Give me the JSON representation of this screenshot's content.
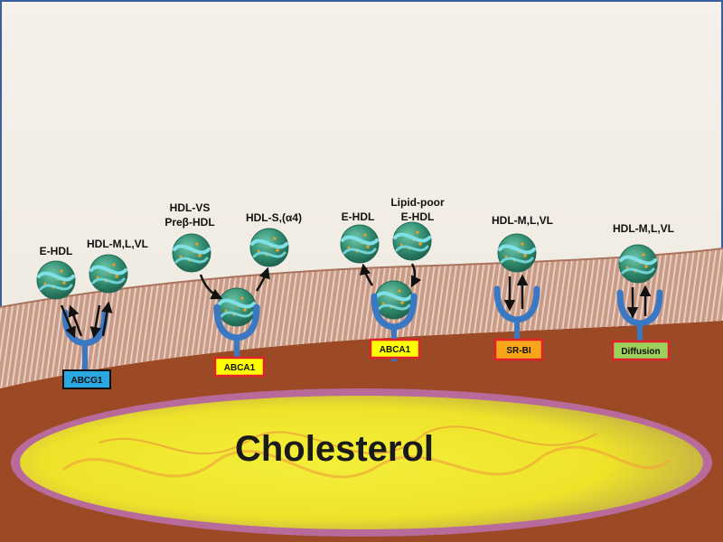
{
  "labels": {
    "e_hdl_1": "E-HDL",
    "hdl_mlvl_1": "HDL-M,L,VL",
    "hdl_vs": "HDL-VS",
    "pre_beta_hdl": "Preβ-HDL",
    "hdl_s_a4": "HDL-S,(α4)",
    "e_hdl_3": "E-HDL",
    "lipid_poor": "Lipid-poor",
    "lipid_poor_e_hdl": "E-HDL",
    "hdl_mlvl_4": "HDL-M,L,VL",
    "hdl_mlvl_5": "HDL-M,L,VL"
  },
  "transporters": {
    "abcg1": "ABCG1",
    "abca1_a": "ABCA1",
    "abca1_b": "ABCA1",
    "srbi": "SR-BI",
    "diffusion": "Diffusion"
  },
  "core": {
    "cholesterol": "Cholesterol"
  },
  "colors": {
    "abcg1_fill": "#2aa8e0",
    "abca1_fill": "#ffff00",
    "srbi_fill": "#f7a61a",
    "diffusion_fill": "#9bd05a",
    "box_border_red": "#e0202a",
    "receptor_blue": "#3b78c4",
    "cytoplasm": "#9c4a26",
    "membrane": "#c99a85",
    "cholesterol_yellow": "#f2ec2a"
  }
}
